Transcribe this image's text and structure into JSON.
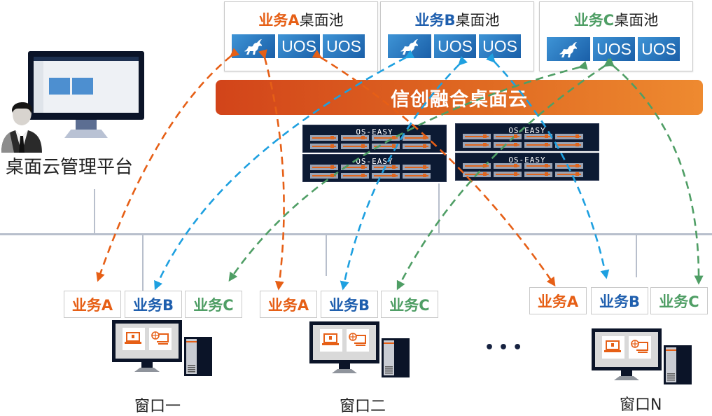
{
  "pools": [
    {
      "biz": "业务A",
      "rest": "桌面池",
      "color": "#e65f16",
      "tiles": [
        "logo",
        "UOS",
        "UOS"
      ]
    },
    {
      "biz": "业务B",
      "rest": "桌面池",
      "color": "#1f5fae",
      "tiles": [
        "logo",
        "UOS",
        "UOS"
      ]
    },
    {
      "biz": "业务C",
      "rest": "桌面池",
      "color": "#4f9e65",
      "tiles": [
        "logo",
        "UOS",
        "UOS"
      ]
    }
  ],
  "banner": {
    "label": "信创融合桌面云"
  },
  "servers": {
    "brand": "OS-EASY"
  },
  "admin": {
    "label": "桌面云管理平台"
  },
  "windows": [
    {
      "label": "窗口一",
      "tags": [
        "业务A",
        "业务B",
        "业务C"
      ]
    },
    {
      "label": "窗口二",
      "tags": [
        "业务A",
        "业务B",
        "业务C"
      ]
    },
    {
      "label": "窗口N",
      "tags": [
        "业务A",
        "业务B",
        "业务C"
      ]
    }
  ],
  "ellipsis": "•••",
  "colors": {
    "bizA": "#e65f16",
    "bizB": "#1ea0e0",
    "bizC": "#4f9e65",
    "banner": "#e06a22",
    "tile": "#2a78c4"
  }
}
